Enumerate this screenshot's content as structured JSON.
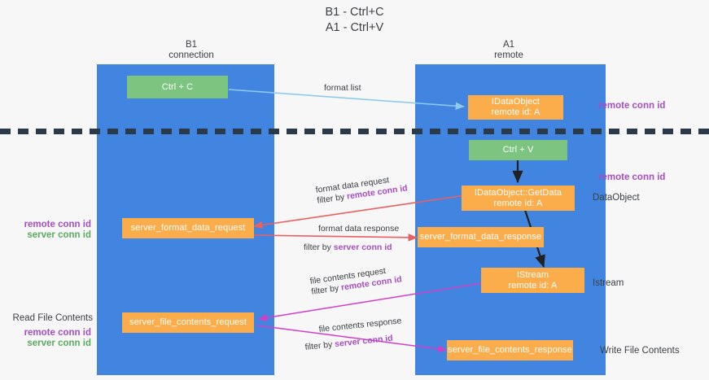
{
  "title": {
    "line1": "B1 - Ctrl+C",
    "line2": "A1 - Ctrl+V"
  },
  "columns": [
    {
      "name": "B1",
      "role": "connection"
    },
    {
      "name": "A1",
      "role": "remote"
    }
  ],
  "boxes": {
    "ctrl_c": "Ctrl + C",
    "ctrl_v": "Ctrl + V",
    "idataobject_name": "IDataObject",
    "idataobject_id": "remote id: A",
    "getdata_name": "IDataObject::GetData",
    "getdata_id": "remote id: A",
    "istream_name": "IStream",
    "istream_id": "remote id: A",
    "server_format_data_request": "server_format_data_request",
    "server_format_data_response": "server_format_data_response",
    "server_file_contents_request": "server_file_contents_request",
    "server_file_contents_response": "server_file_contents_response"
  },
  "right_labels": {
    "remote_conn_id_top": "remote conn id",
    "remote_conn_id_mid": "remote conn id",
    "data_object": "DataObject",
    "istream": "Istream",
    "write_file_contents": "Write File Contents"
  },
  "left_labels": {
    "remote_conn_id": "remote conn id",
    "server_conn_id": "server conn id",
    "read_file_contents": "Read File Contents",
    "remote_conn_id_2": "remote conn id",
    "server_conn_id_2": "server conn id"
  },
  "arrow_labels": {
    "format_list": "format list",
    "format_data_request": "format data request",
    "format_data_request_filter_prefix": "filter by ",
    "format_data_request_filter_key": "remote conn id",
    "format_data_response": "format data response",
    "format_data_response_filter_prefix": "filter by ",
    "format_data_response_filter_key": "server conn id",
    "file_contents_request": "file contents request",
    "file_contents_request_filter_prefix": "filter by ",
    "file_contents_request_filter_key": "remote conn id",
    "file_contents_response": "file contents response",
    "file_contents_response_filter_prefix": "filter by ",
    "file_contents_response_filter_key": "server conn id"
  },
  "colors": {
    "lane": "#4285e0",
    "box_orange": "#fbad4b",
    "box_green": "#7cc47f",
    "purple": "#a64ec0",
    "green_text": "#5aab5e",
    "red_arrow": "#ea5f5f",
    "magenta_arrow": "#d23fc4",
    "blue_arrow": "#8ecaf0",
    "black_arrow": "#202124",
    "background": "#f7f7f8"
  }
}
